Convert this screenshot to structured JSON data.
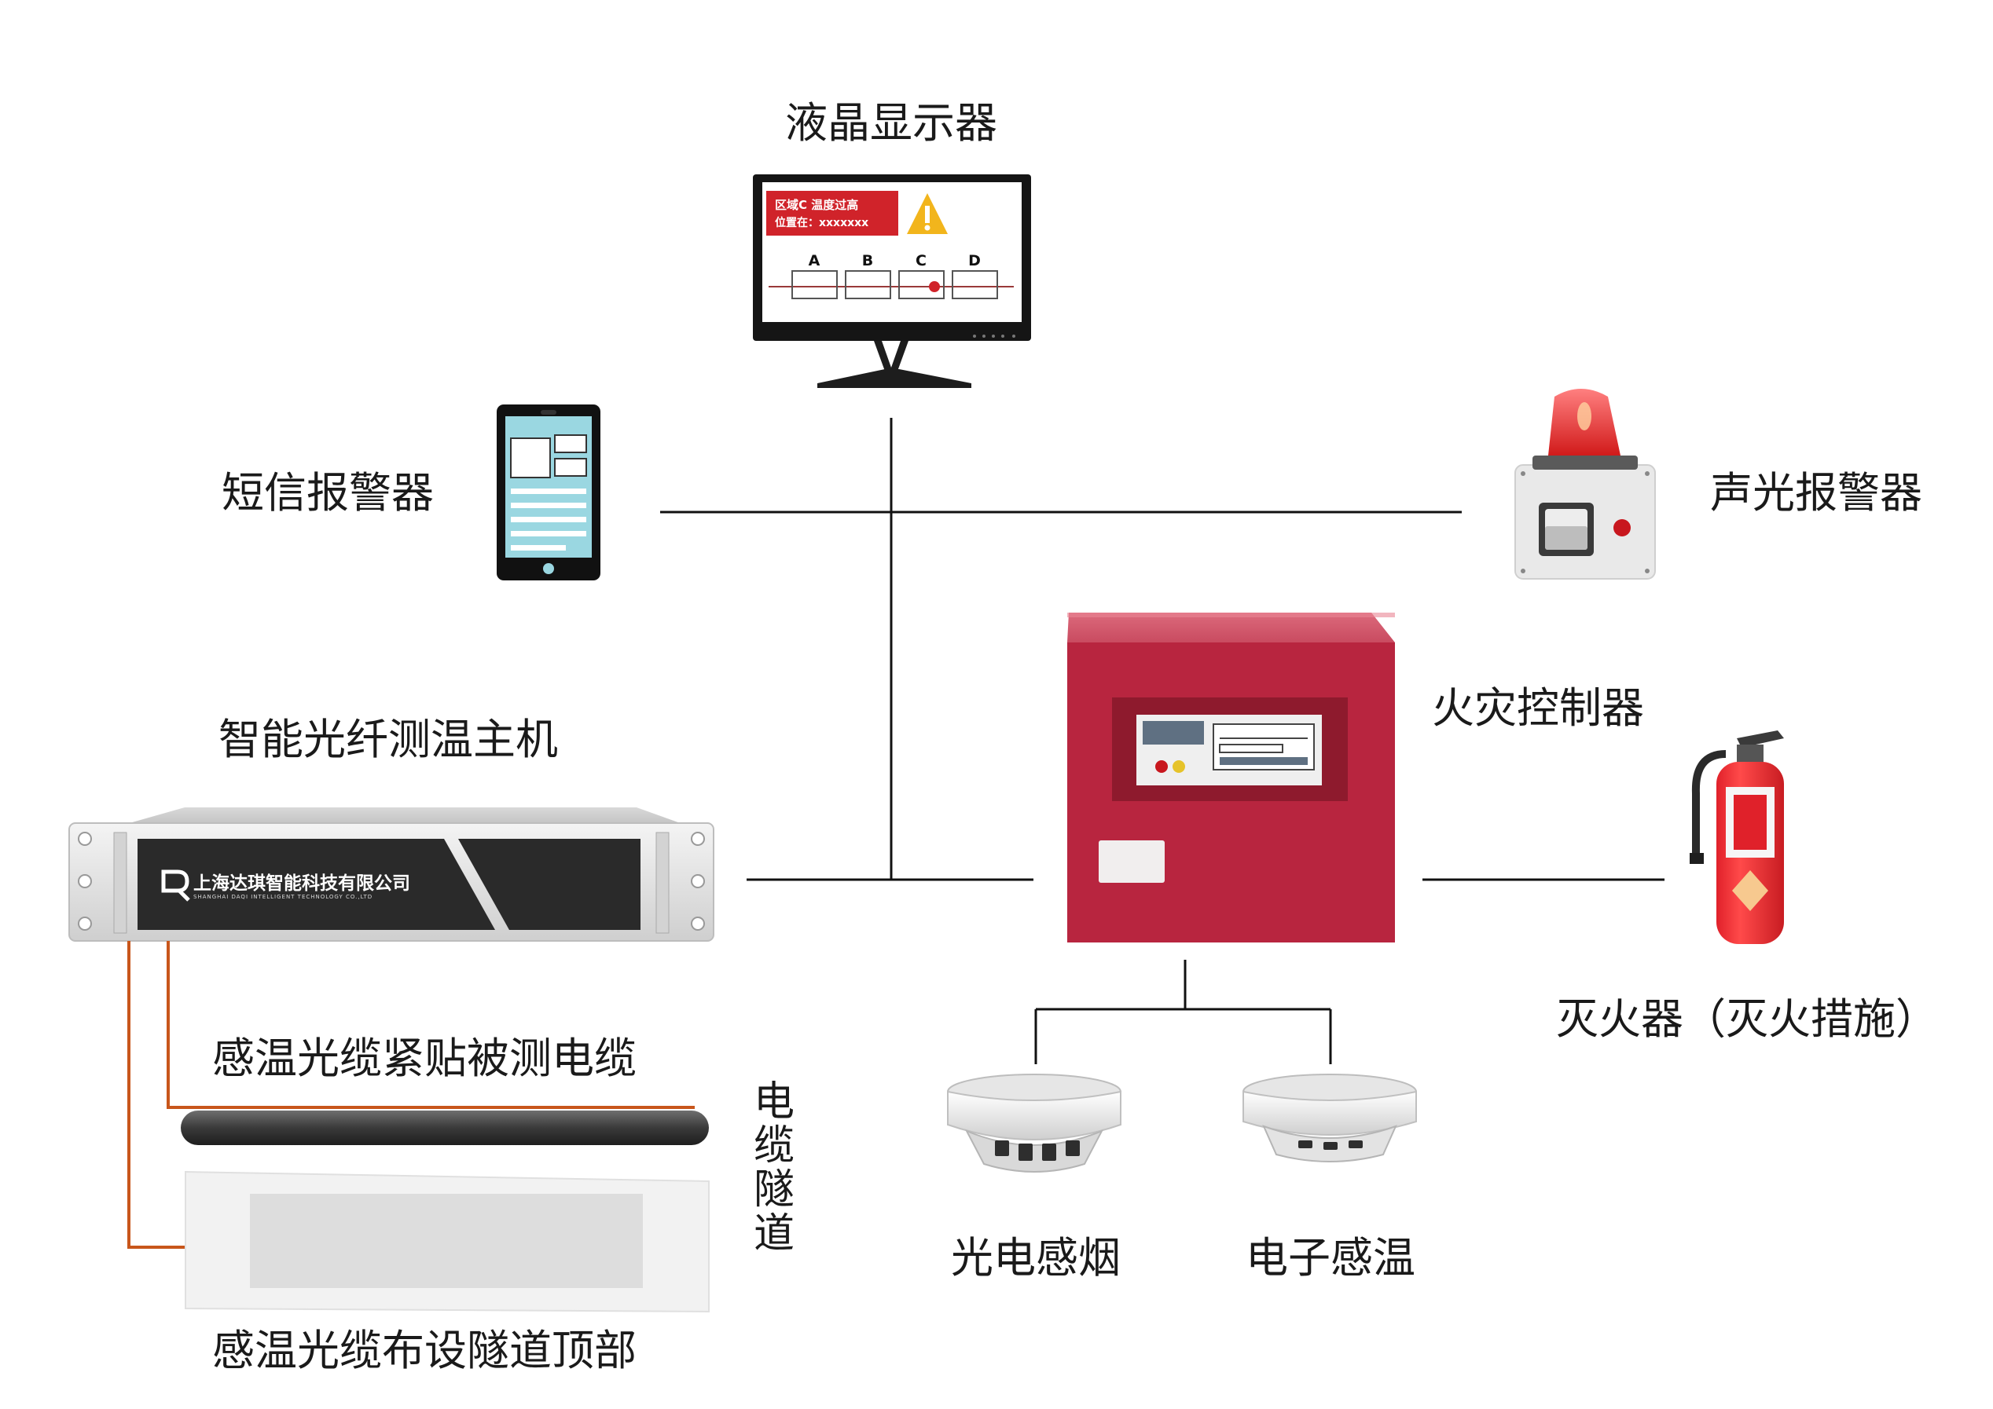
{
  "labels": {
    "lcd_display": "液晶显示器",
    "sms_alarm": "短信报警器",
    "sound_light_alarm": "声光报警器",
    "fire_controller": "火灾控制器",
    "fiber_host": "智能光纤测温主机",
    "extinguisher": "灭火器（灭火措施）",
    "cable_close": "感温光缆紧贴被测电缆",
    "tunnel_top": "感温光缆布设隧道顶部",
    "cable_tunnel": [
      "电",
      "缆",
      "隧",
      "道"
    ],
    "smoke_detector": "光电感烟",
    "heat_detector": "电子感温"
  },
  "screen": {
    "alert_line1": "区域C  温度过高",
    "alert_line2": "位置在：xxxxxxx",
    "segments": [
      "A",
      "B",
      "C",
      "D"
    ]
  },
  "host_brand": {
    "name": "上海达琪智能科技有限公司",
    "sub": "SHANGHAI DAQI INTELLIGENT TECHNOLOGY CO.,LTD"
  },
  "colors": {
    "alert_red": "#d0232a",
    "cabinet_red": "#b8253f",
    "fiber_orange": "#c8561b",
    "line": "#111111"
  }
}
